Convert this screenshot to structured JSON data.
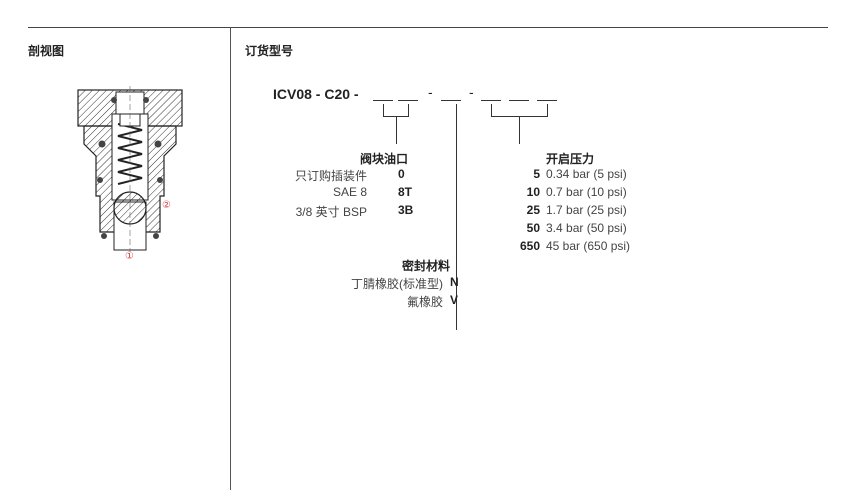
{
  "left_section": {
    "title": "剖视图",
    "callout_1": "①",
    "callout_2": "②"
  },
  "right_section": {
    "title": "订货型号",
    "model_prefix": "ICV08 - C20 -",
    "separators": [
      "-",
      "-"
    ]
  },
  "port_group": {
    "heading": "阀块油口",
    "options": [
      {
        "label": "只订购插装件",
        "code": "0"
      },
      {
        "label": "SAE 8",
        "code": "8T"
      },
      {
        "label": "3/8 英寸 BSP",
        "code": "3B"
      }
    ]
  },
  "seal_group": {
    "heading": "密封材料",
    "options": [
      {
        "label": "丁腈橡胶(标准型)",
        "code": "N"
      },
      {
        "label": "氟橡胶",
        "code": "V"
      }
    ]
  },
  "pressure_group": {
    "heading": "开启压力",
    "options": [
      {
        "code": "5",
        "value": "0.34 bar (5 psi)"
      },
      {
        "code": "10",
        "value": "0.7 bar (10 psi)"
      },
      {
        "code": "25",
        "value": "1.7 bar (25 psi)"
      },
      {
        "code": "50",
        "value": "3.4 bar (50 psi)"
      },
      {
        "code": "650",
        "value": "45 bar (650 psi)"
      }
    ]
  }
}
